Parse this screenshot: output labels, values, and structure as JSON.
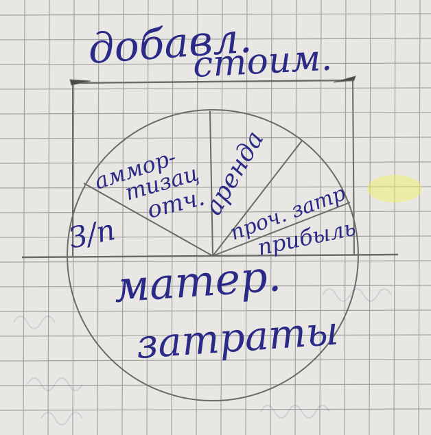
{
  "labels": {
    "title_line1": "добавл.",
    "title_line2": "стоим.",
    "wages": "З/п",
    "depreciation_line1": "аммор-",
    "depreciation_line2": "тизац",
    "depreciation_line3": "отч.",
    "rent": "аренда",
    "other_costs": "проч. затр",
    "profit": "прибыль",
    "material_line1": "матер.",
    "material_line2": "затраты"
  },
  "colors": {
    "paper": "#e9e7e3",
    "grid": "#9d9c99",
    "pencil": "#6b6a68",
    "ink": "#2b2a86"
  }
}
